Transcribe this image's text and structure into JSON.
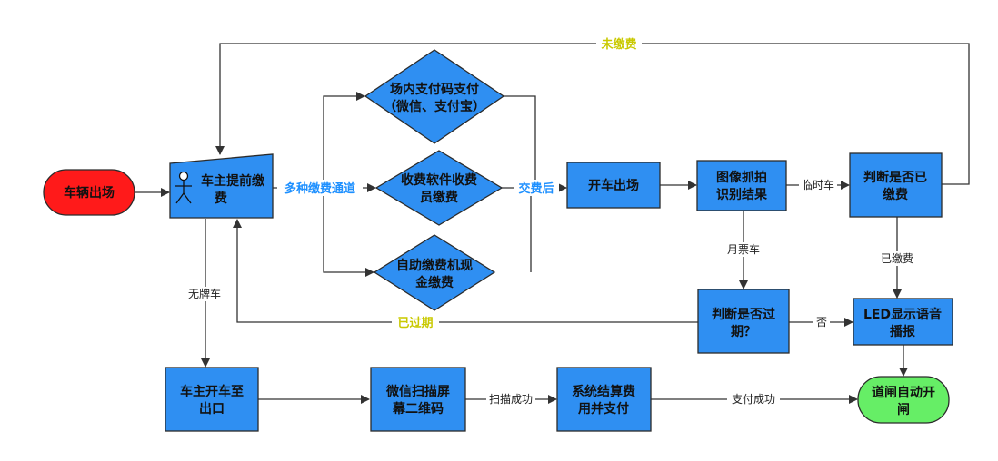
{
  "colors": {
    "box_fill": "#2f8ff2",
    "box_stroke": "#2b2b2b",
    "start_fill": "#ff1a1a",
    "end_fill": "#66ee66",
    "line": "#333333",
    "label_yellow": "#c9c900",
    "label_blue": "#1e90ff"
  },
  "nodes": {
    "start": "车辆出场",
    "prepay_1": "车主提前缴",
    "prepay_2": "费",
    "scan_pay_1": "场内支付码支付",
    "scan_pay_2": "（微信、支付宝）",
    "toll_staff_1": "收费软件收费",
    "toll_staff_2": "员缴费",
    "cash_machine_1": "自助缴费机现",
    "cash_machine_2": "金缴费",
    "drive_out": "开车出场",
    "image_capture_1": "图像抓拍",
    "image_capture_2": "识别结果",
    "check_paid_1": "判断是否已",
    "check_paid_2": "缴费",
    "check_expired_1": "判断是否过",
    "check_expired_2": "期？",
    "led_1": "LED显示语音",
    "led_2": "播报",
    "drive_to_exit_1": "车主开车至",
    "drive_to_exit_2": "出口",
    "wechat_scan_1": "微信扫描屏",
    "wechat_scan_2": "幕二维码",
    "settle_1": "系统结算费",
    "settle_2": "用并支付",
    "gate_open_1": "道闸自动开",
    "gate_open_2": "闸"
  },
  "edge_labels": {
    "unpaid": "未缴费",
    "multi_channel": "多种缴费通道",
    "after_payment": "交费后",
    "temp_car": "临时车",
    "monthly_car": "月票车",
    "paid": "已缴费",
    "no": "否",
    "expired": "已过期",
    "no_plate": "无牌车",
    "scan_success": "扫描成功",
    "pay_success": "支付成功"
  }
}
